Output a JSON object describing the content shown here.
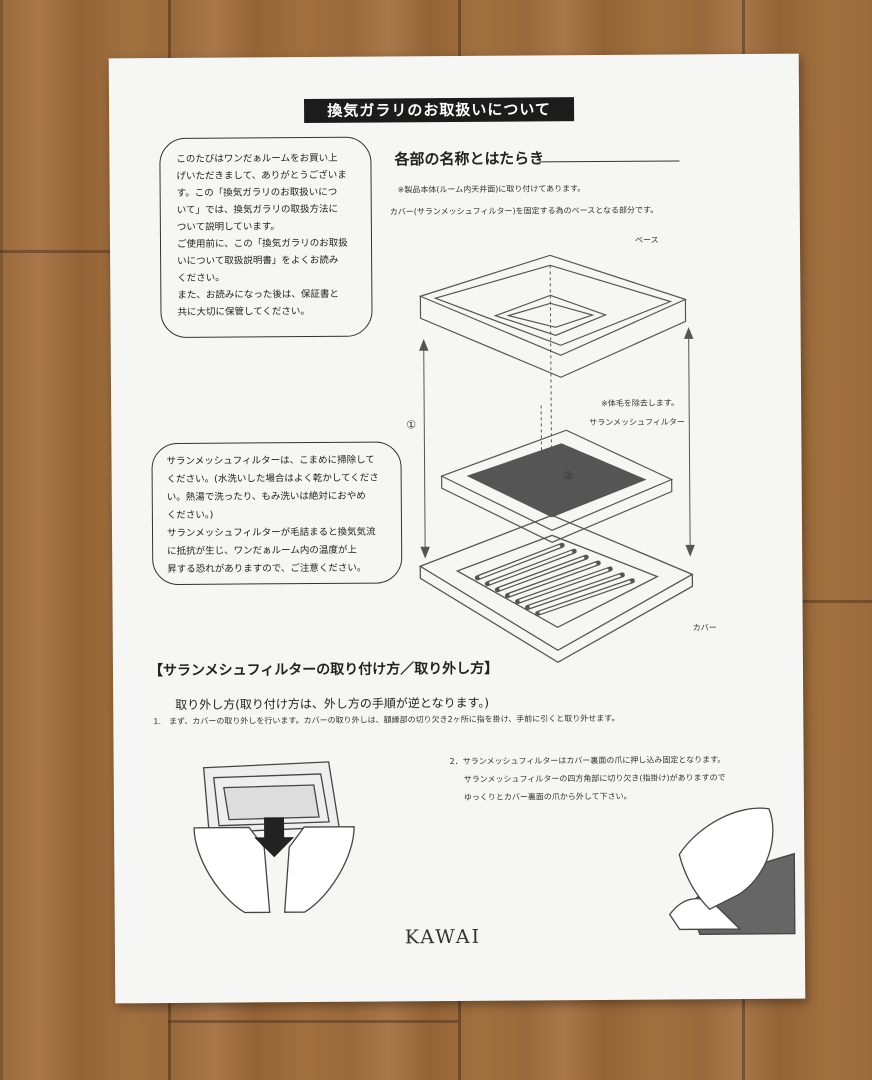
{
  "title": "換気ガラリのお取扱いについて",
  "intro_box": {
    "lines": [
      "このたびはワンだぁルームをお買い上",
      "げいただきまして、ありがとうございま",
      "す。この「換気ガラリのお取扱いにつ",
      "いて」では、換気ガラリの取扱方法に",
      "ついて説明しています。",
      "ご使用前に、この「換気ガラリのお取扱",
      "いについて取扱説明書」をよくお読み",
      "ください。",
      "また、お読みになった後は、保証書と",
      "共に大切に保管してください。"
    ]
  },
  "parts_section": {
    "heading": "各部の名称とはたらき",
    "notes": [
      "※製品本体(ルーム内天井面)に取り付けてあります。",
      "カバー(サランメッシュフィルター)を固定する為のベースとなる部分です。"
    ],
    "labels": {
      "base": "ベース",
      "filter": "サランメッシュフィルター",
      "filter_note": "※体毛を除去します。",
      "cover": "カバー",
      "circle1": "①",
      "circle2": "②"
    }
  },
  "filter_box": {
    "lines": [
      "サランメッシュフィルターは、こまめに掃除して",
      "ください。(水洗いした場合はよく乾かしてくださ",
      "い。熱湯で洗ったり、もみ洗いは絶対におやめ",
      "ください。)",
      "サランメッシュフィルターが毛詰まると換気気流",
      "に抵抗が生じ、ワンだぁルーム内の温度が上",
      "昇する恐れがありますので、ご注意ください。"
    ]
  },
  "install_section": {
    "heading": "【サランメシュフィルターの取り付け方／取り外し方】",
    "subheading": "取り外し方(取り付け方は、外し方の手順が逆となります。)",
    "step1": "1.　まず、カバーの取り外しを行います。カバーの取り外しは、額縁部の切り欠き2ヶ所に指を掛け、手前に引くと取り外せます。",
    "step2_lines": [
      "2．サランメッシュフィルターはカバー裏面の爪に押し込み固定となります。",
      "サランメッシュフィルターの四方角部に切り欠き(指掛け)がありますので",
      "ゆっくりとカバー裏面の爪から外して下さい。"
    ]
  },
  "brand": "KAWAI"
}
